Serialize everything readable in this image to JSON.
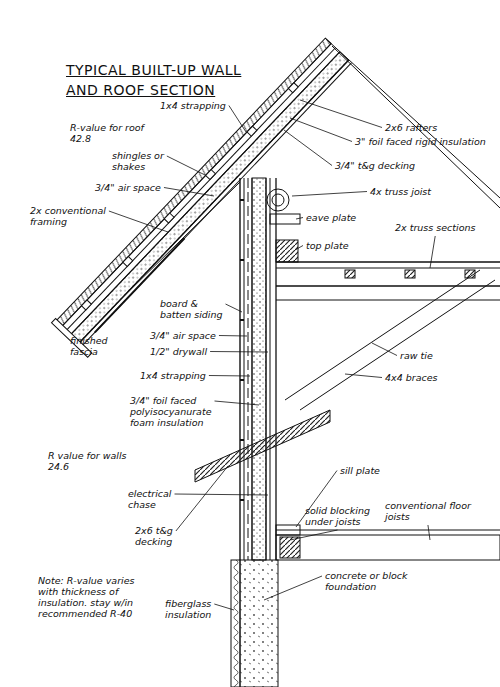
{
  "diagram": {
    "title": "TYPICAL BUILT-UP WALL AND ROOF SECTION",
    "labels": [
      "R-value for roof 42.8",
      "1x4 strapping",
      "shingles or shakes",
      "3/4\" air space",
      "2x conventional framing",
      "finished fascia",
      "board & batten siding",
      "3/4\" air space",
      "1/2\" drywall",
      "1x4 strapping",
      "3/4\" foil faced polyisocyanurate foam insulation",
      "R value for walls 24.6",
      "electrical chase",
      "2x6 t&g decking",
      "Note: R-value varies with thickness of insulation. stay w/in recommended R-40",
      "fiberglass insulation",
      "concrete or block foundation",
      "conventional floor joists",
      "solid blocking under joists",
      "sill plate",
      "raw tie",
      "4x4 braces",
      "2x6 rafters",
      "3\" foil faced rigid insulation",
      "3/4\" t&g decking",
      "4x truss joist",
      "eave plate",
      "top plate",
      "2x truss sections"
    ]
  }
}
